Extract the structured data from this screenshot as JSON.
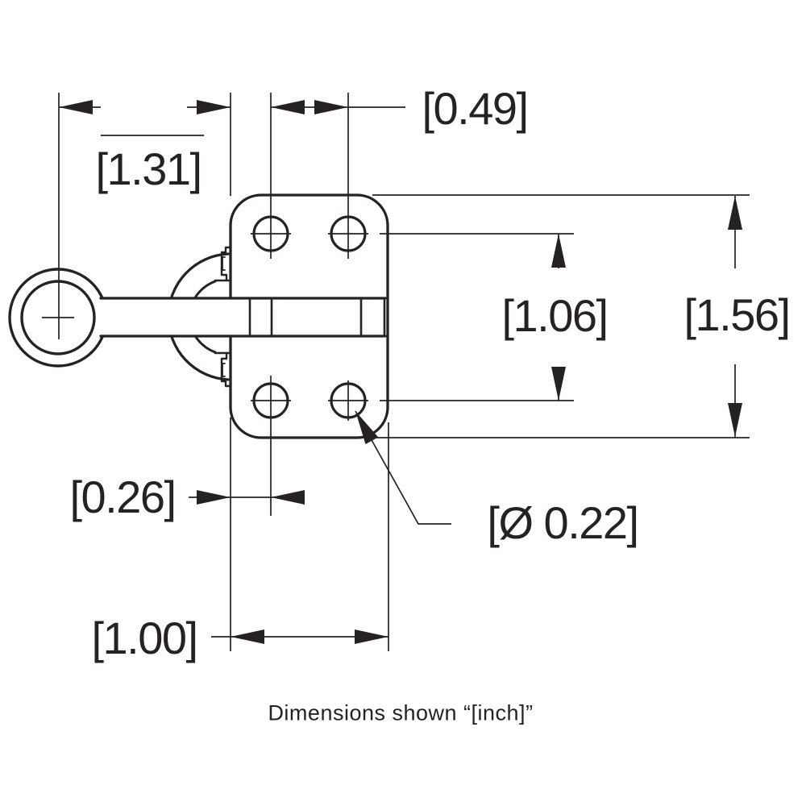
{
  "page": {
    "background_color": "#ffffff",
    "ink_color": "#262223"
  },
  "drawing": {
    "caption": "Dimensions shown “[inch]”",
    "unit": "inch",
    "dimensions": {
      "lever_length": "[1.31]",
      "hole_spacing_horizontal": "[0.49]",
      "hole_spacing_vertical": "[1.06]",
      "plate_height": "[1.56]",
      "edge_to_hole_center": "[0.26]",
      "hole_diameter": "[Ø 0.22]",
      "plate_width": "[1.00]"
    }
  }
}
